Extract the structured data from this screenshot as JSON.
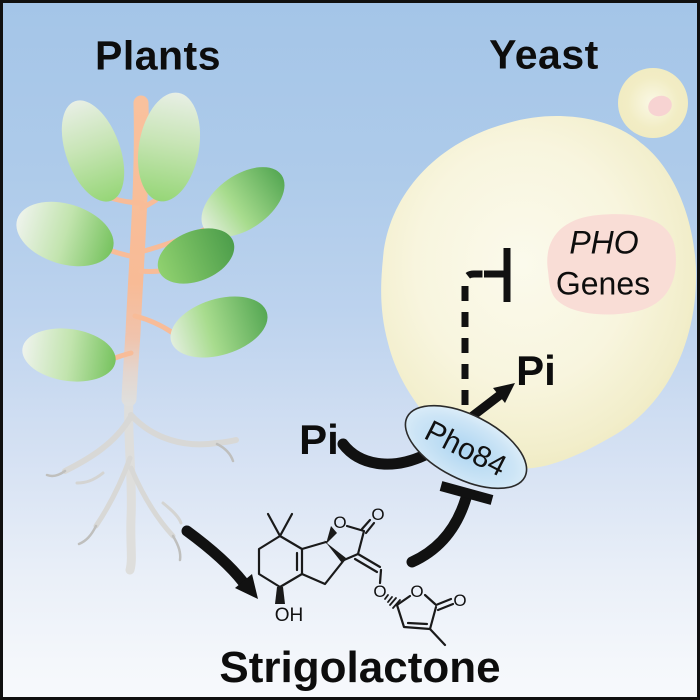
{
  "figure": {
    "left_panel_title": "Plants",
    "right_panel_title": "Yeast"
  },
  "yeast": {
    "transporter_label": "Pho84",
    "pho_genes": {
      "line1": "PHO",
      "line2": "Genes"
    },
    "internal_phosphate_label": "Pi",
    "external_phosphate_label": "Pi"
  },
  "molecule": {
    "name": "Strigolactone",
    "atoms": {
      "lactone_ring_oxygen": "O",
      "lactone_carbonyl_oxygen": "O",
      "enol_ether_oxygen": "O",
      "butenolide_ring_oxygen": "O",
      "butenolide_carbonyl_oxygen": "O",
      "hydroxyl": "OH"
    }
  },
  "colors": {
    "background_blue_top": "#a4c5e8",
    "background_bottom": "#f7f9fc",
    "leaf_green": "#77c35f",
    "leaf_dark_green": "#4d9e4b",
    "stem_peach": "#f8bb96",
    "root_gray": "#d8d8d6",
    "yeast_yellow": "#f2eecb",
    "pho_genes_pink": "#f9ddd6",
    "bud_nucleus_pink": "#f7d3d2",
    "transporter_blue": "#add5f1",
    "arrow_black": "#111111",
    "text_black": "#0d0d0d"
  }
}
